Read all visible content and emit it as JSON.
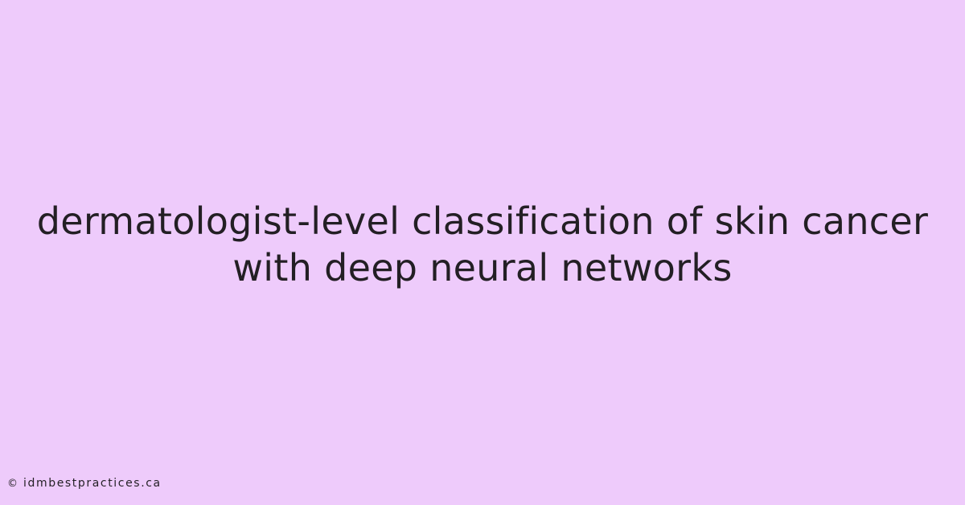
{
  "colors": {
    "background": "#eecbfb",
    "text": "#231f24"
  },
  "headline": {
    "line1": "dermatologist-level classification of skin cancer",
    "line2": "with deep neural networks"
  },
  "footer": {
    "icon": "copyright-icon",
    "site": "idmbestpractices.ca"
  }
}
